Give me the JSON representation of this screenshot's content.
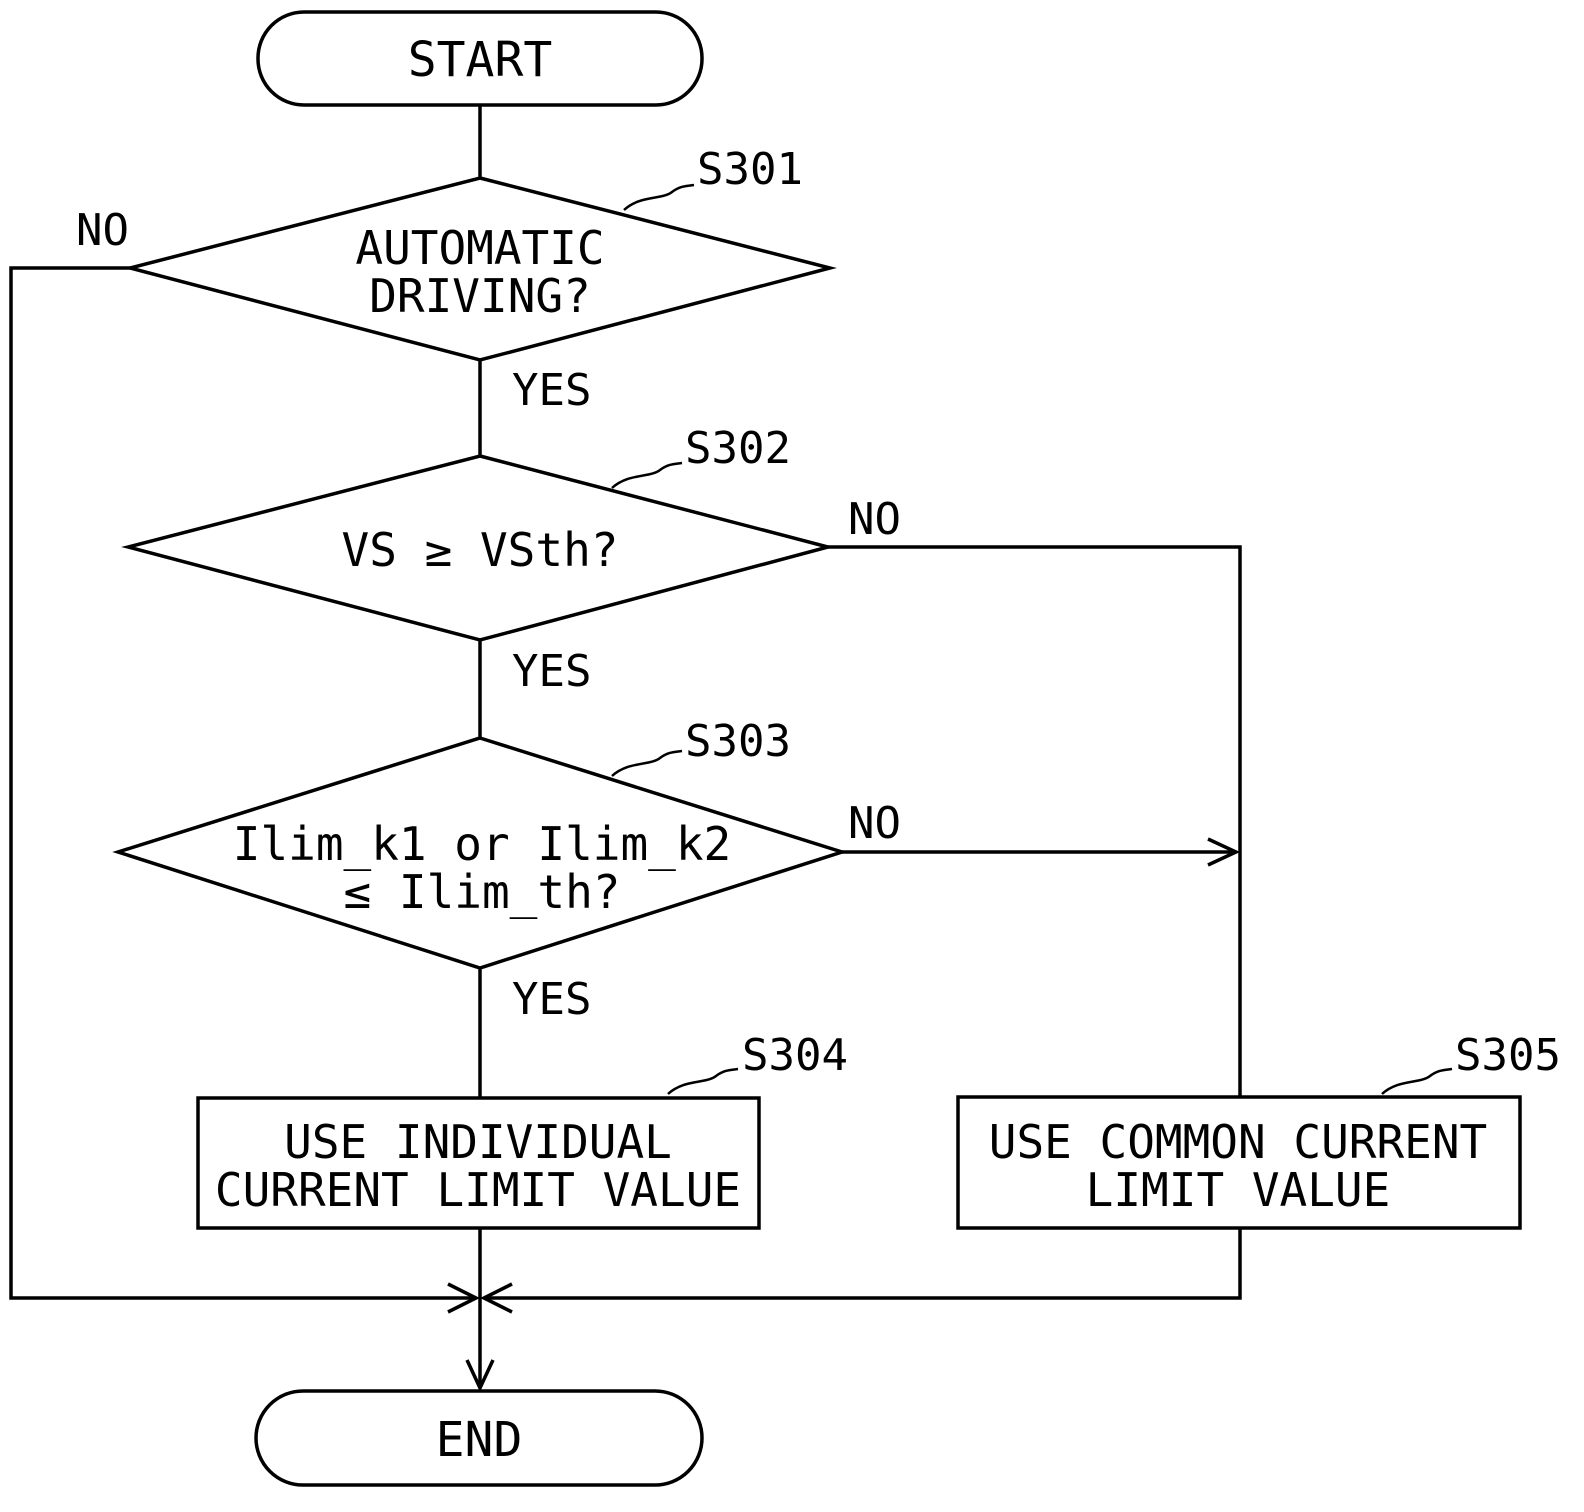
{
  "terminals": {
    "start": "START",
    "end": "END"
  },
  "decisions": {
    "s301": {
      "id": "S301",
      "lines": [
        "AUTOMATIC",
        "DRIVING?"
      ]
    },
    "s302": {
      "id": "S302",
      "lines": [
        "VS ≥ VSth?"
      ]
    },
    "s303": {
      "id": "S303",
      "lines": [
        "Ilim_k1 or Ilim_k2",
        "≤ Ilim_th?"
      ]
    }
  },
  "processes": {
    "s304": {
      "id": "S304",
      "lines": [
        "USE INDIVIDUAL",
        "CURRENT LIMIT VALUE"
      ]
    },
    "s305": {
      "id": "S305",
      "lines": [
        "USE COMMON CURRENT",
        "LIMIT VALUE"
      ]
    }
  },
  "branch_labels": {
    "s301_yes": "YES",
    "s301_no": "NO",
    "s302_yes": "YES",
    "s302_no": "NO",
    "s303_yes": "YES",
    "s303_no": "NO"
  }
}
